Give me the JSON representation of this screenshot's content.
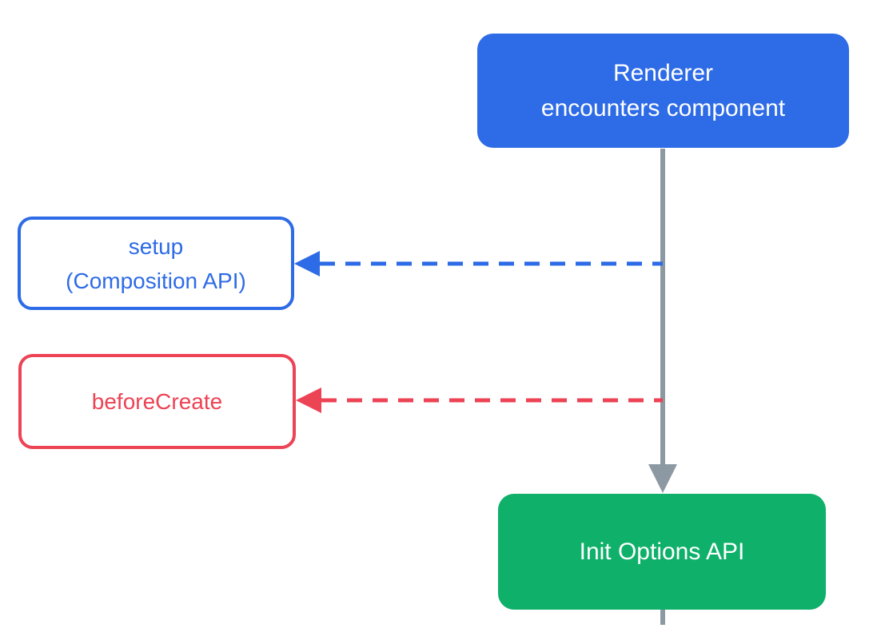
{
  "diagram": {
    "background_color": "#ffffff",
    "nodes": {
      "renderer": {
        "lines": [
          "Renderer",
          "encounters component"
        ],
        "fill_color": "#2e6be6",
        "text_color": "#ffffff"
      },
      "setup": {
        "lines": [
          "setup",
          "(Composition API)"
        ],
        "border_color": "#2e6be6",
        "text_color": "#2e6be6",
        "fill_color": "#ffffff"
      },
      "before_create": {
        "label": "beforeCreate",
        "border_color": "#ec4355",
        "text_color": "#ec4355",
        "fill_color": "#ffffff"
      },
      "init_options_api": {
        "label": "Init Options API",
        "fill_color": "#0fb06a",
        "text_color": "#ffffff"
      }
    },
    "connectors": {
      "main_flow": {
        "color": "#8c99a3",
        "style": "solid",
        "direction": "down"
      },
      "to_setup": {
        "color": "#2e6be6",
        "style": "dashed",
        "direction": "left"
      },
      "to_before_create": {
        "color": "#ec4355",
        "style": "dashed",
        "direction": "left"
      }
    }
  }
}
